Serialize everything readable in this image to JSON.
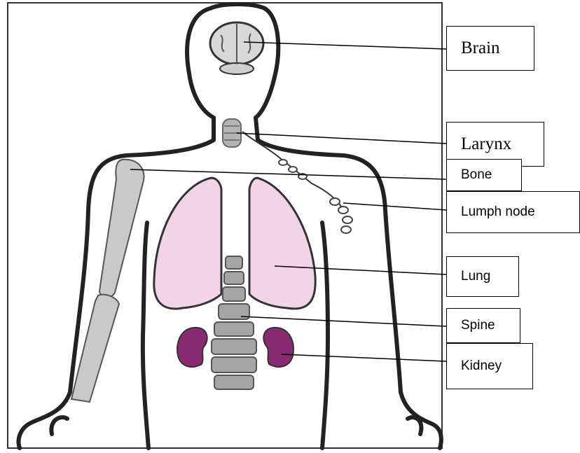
{
  "labels": {
    "brain": "Brain",
    "larynx": "Larynx",
    "bone": "Bone",
    "lymph_node": "Lumph node",
    "lung": "Lung",
    "spine": "Spine",
    "kidney": "Kidney"
  },
  "colors": {
    "outline": "#222222",
    "lung": "#f2d3e8",
    "kidney": "#8a2a72",
    "bone": "#c9c9c9",
    "spine": "#9a9a9a",
    "brain": "#d8d8d8"
  }
}
